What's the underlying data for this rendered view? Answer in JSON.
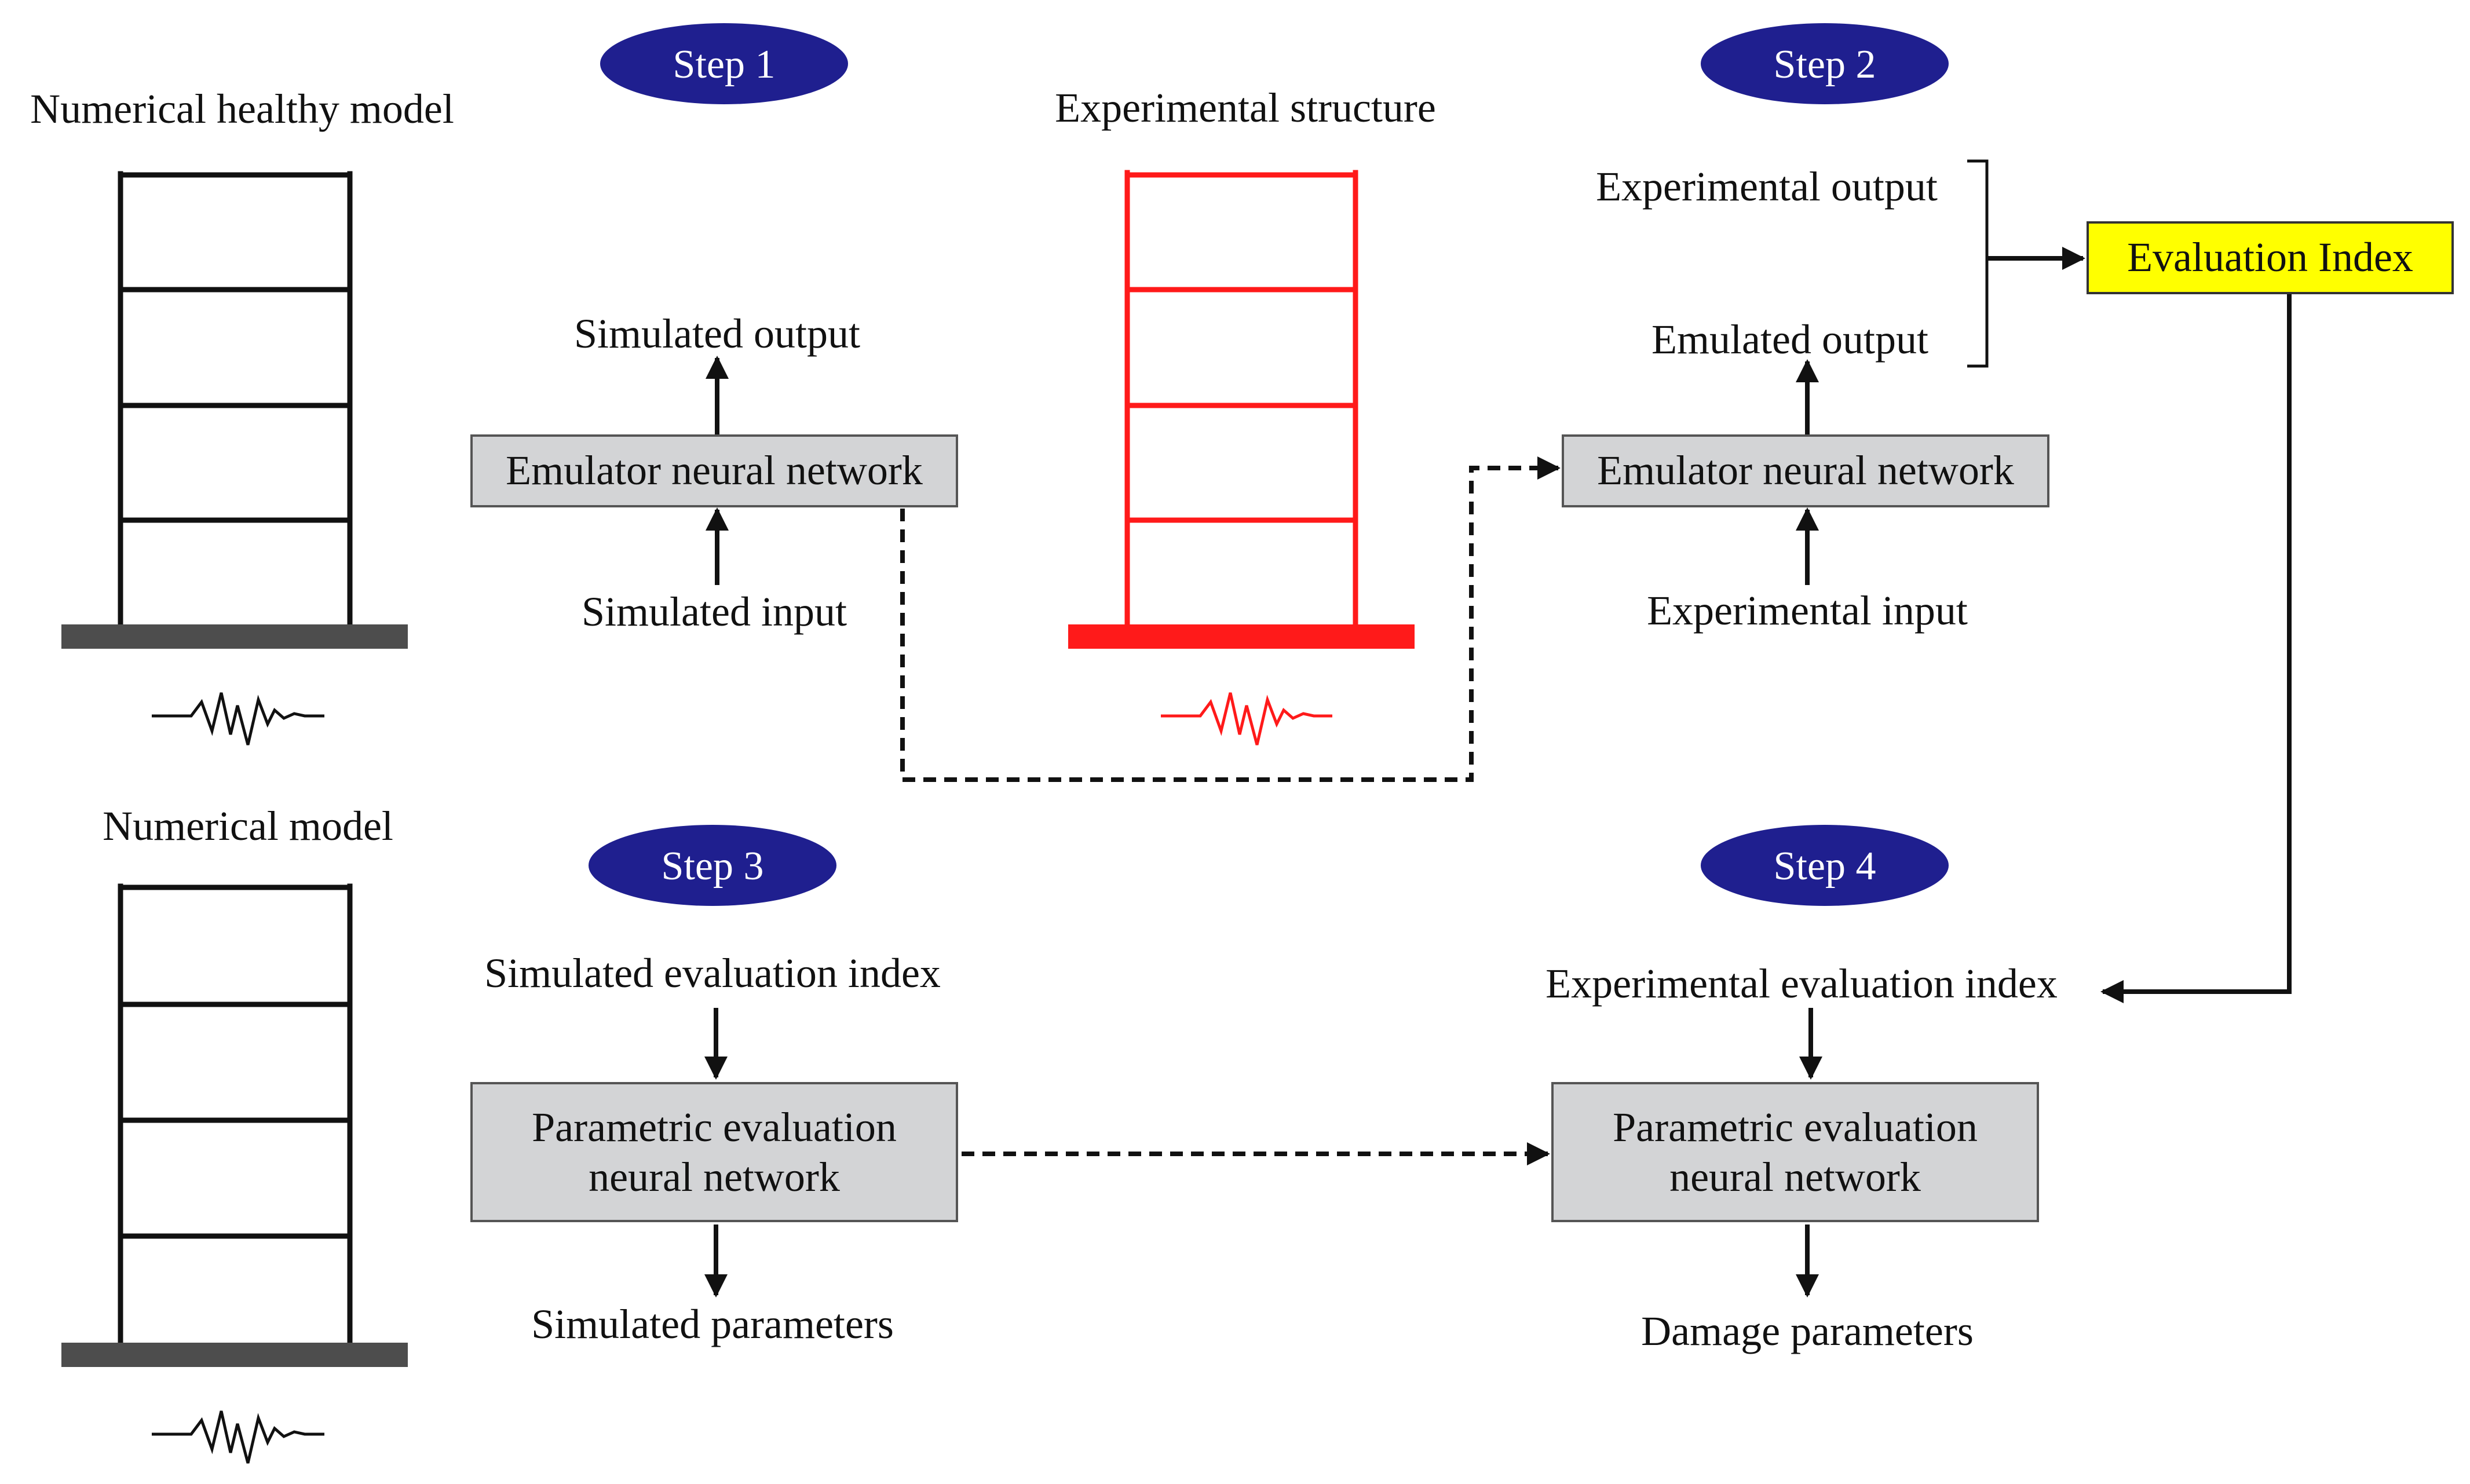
{
  "colors": {
    "step_fill": "#1f1f8f",
    "box_fill": "#d3d4d6",
    "box_stroke": "#555555",
    "eval_fill": "#ffff00",
    "experimental": "#ff1a1a",
    "line": "#111111",
    "ground": "#4d4d4d"
  },
  "steps": [
    "Step 1",
    "Step 2",
    "Step 3",
    "Step 4"
  ],
  "structures": {
    "healthy": "Numerical healthy model",
    "experimental": "Experimental structure",
    "numerical": "Numerical model"
  },
  "step1": {
    "output": "Simulated output",
    "network": "Emulator neural network",
    "input": "Simulated input"
  },
  "step2": {
    "exp_output": "Experimental output",
    "emu_output": "Emulated output",
    "network": "Emulator neural network",
    "input": "Experimental input",
    "evaluation": "Evaluation Index"
  },
  "step3": {
    "input": "Simulated evaluation index",
    "network_line1": "Parametric evaluation",
    "network_line2": "neural network",
    "output": "Simulated parameters"
  },
  "step4": {
    "input": "Experimental evaluation index",
    "network_line1": "Parametric evaluation",
    "network_line2": "neural network",
    "output": "Damage parameters"
  }
}
